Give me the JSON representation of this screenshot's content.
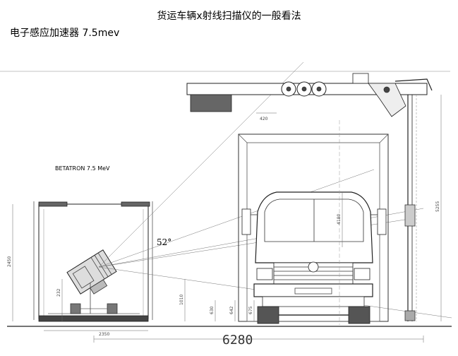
{
  "title": "货运车辆x射线扫描仪的一般看法",
  "subtitle": "电子感应加速器 7.5mev",
  "diagram": {
    "source_label": "BETATRON 7.5 MeV",
    "angle_label": "52°",
    "total_width": "6280",
    "dims": {
      "base_width": "2350",
      "shelter_height": "2450",
      "source_height": "1010",
      "source_offset": "232",
      "right_mast": "5255",
      "left_mast": "4180",
      "bar_offset": "420",
      "low_a": "630",
      "low_b": "642",
      "low_c": "675"
    }
  }
}
